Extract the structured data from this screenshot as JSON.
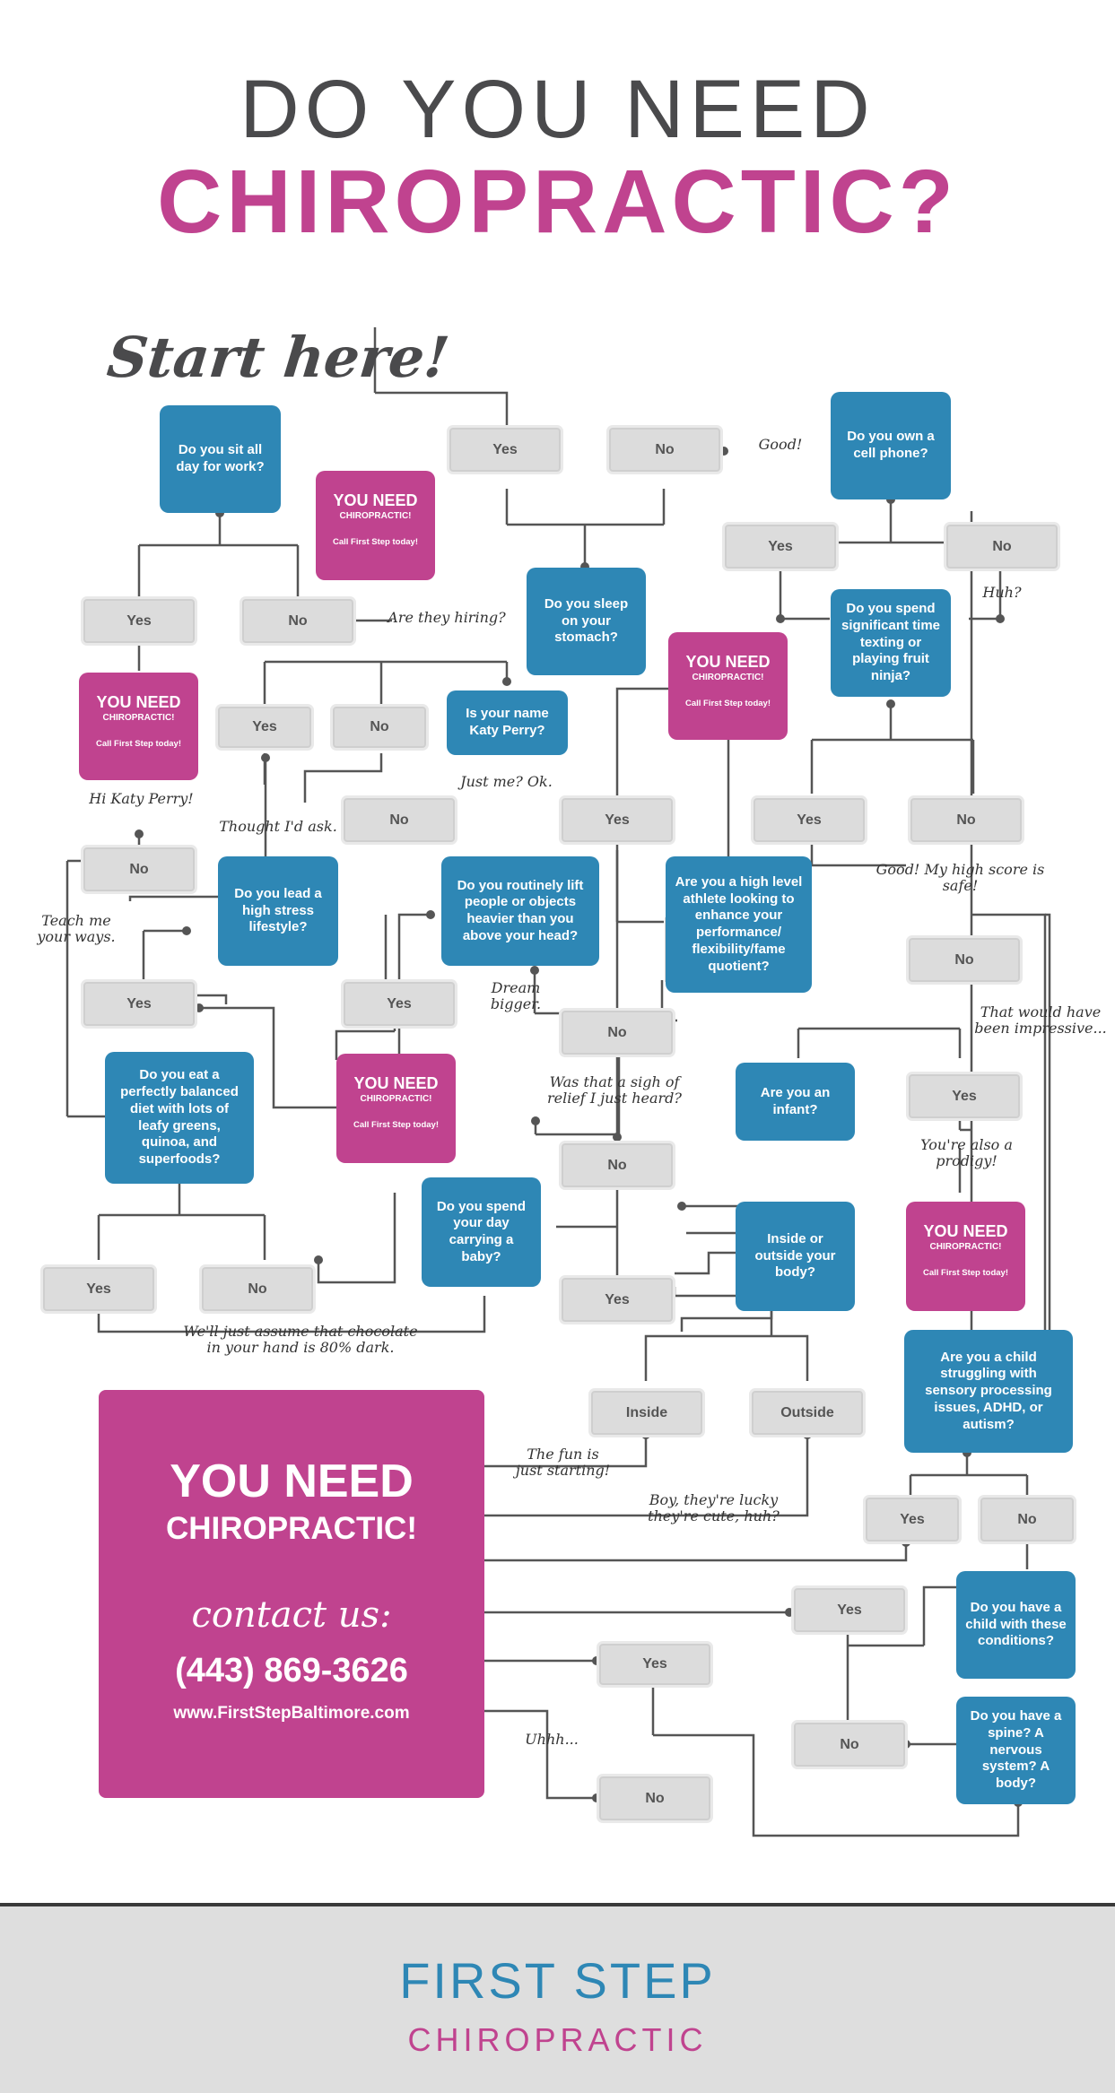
{
  "header": {
    "line1": "DO YOU NEED",
    "line2": "CHIROPRACTIC?"
  },
  "start": "Start here!",
  "questions": {
    "q1": "Do you sit all day for work?",
    "q2": "Do you sleep on your stomach?",
    "q3": "Do you own a cell phone?",
    "q4": "Do you spend significant time texting or playing fruit ninja?",
    "q5": "Is your name Katy Perry?",
    "q6": "Do you lead a high stress lifestyle?",
    "q7": "Do you routinely lift people or objects heavier than you above your head?",
    "q8": "Are you a high level athlete looking to enhance your performance/ flexibility/fame quotient?",
    "q9": "Do you eat a perfectly balanced diet with lots of leafy greens, quinoa, and superfoods?",
    "q10": "Are you an infant?",
    "q11": "Do you spend your day carrying a baby?",
    "q12": "Inside or outside your body?",
    "q13": "Are you a child struggling with sensory processing issues, ADHD, or autism?",
    "q14": "Do you have a child with these conditions?",
    "q15": "Do you have a spine? A nervous system? A body?"
  },
  "answers": {
    "yes": "Yes",
    "no": "No",
    "inside": "Inside",
    "outside": "Outside"
  },
  "you_need": {
    "title": "YOU NEED",
    "sub": "CHIROPRACTIC!",
    "cta": "Call First Step today!"
  },
  "notes": {
    "good": "Good!",
    "huh": "Huh?",
    "hiring": "Are they hiring?",
    "katy": "Hi Katy Perry!",
    "thought": "Thought  I'd ask.",
    "justme": "Just me? Ok.",
    "highscore": "Good! My high score is safe!",
    "teach": "Teach me your ways.",
    "dream": "Dream bigger.",
    "impressive": "That would have been impressive...",
    "sigh": "Was that a sigh of relief I just heard?",
    "prodigy": "You're also a prodigy!",
    "chocolate": "We'll just assume that chocolate in your hand is 80% dark.",
    "fun": "The fun is just starting!",
    "lucky": "Boy, they're lucky they're cute, huh?",
    "uhhh": "Uhhh..."
  },
  "cta_box": {
    "title": "YOU NEED",
    "sub": "CHIROPRACTIC!",
    "contact": "contact us:",
    "phone": "(443) 869-3626",
    "web": "www.FirstStepBaltimore.com"
  },
  "footer": {
    "logo_top": "FIRST STEP",
    "logo_bottom": "CHIROPRACTIC"
  },
  "colors": {
    "blue": "#2e87b5",
    "magenta": "#c0438f",
    "gray_box": "#dcdcdc",
    "dark": "#4a4a4c"
  }
}
